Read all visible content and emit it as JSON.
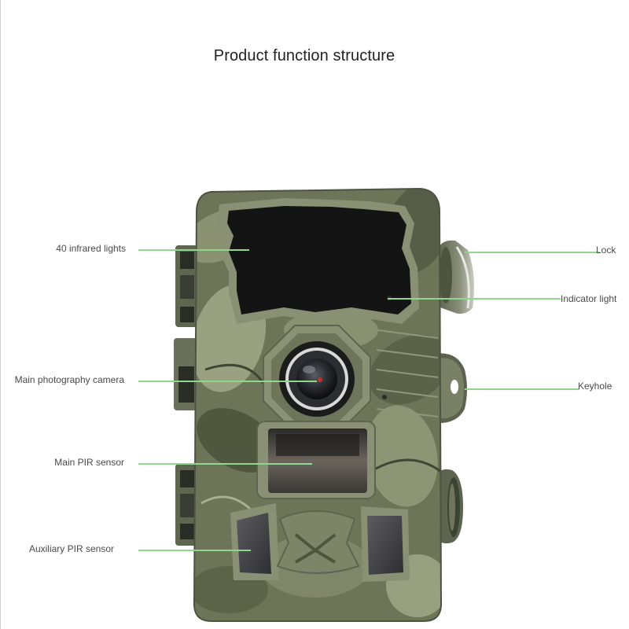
{
  "title": "Product function structure",
  "labels": {
    "infrared_lights": "40 infrared lights",
    "main_camera": "Main photography camera",
    "main_pir": "Main PIR sensor",
    "aux_pir": "Auxiliary PIR sensor",
    "lock": "Lock",
    "indicator_light": "Indicator light",
    "keyhole": "Keyhole"
  },
  "colors": {
    "leader_line": "#8fd68f",
    "body_base": "#6d7559",
    "camo_light": "#98a07f",
    "camo_dark": "#4d553f",
    "sensor_dark": "#141414"
  }
}
